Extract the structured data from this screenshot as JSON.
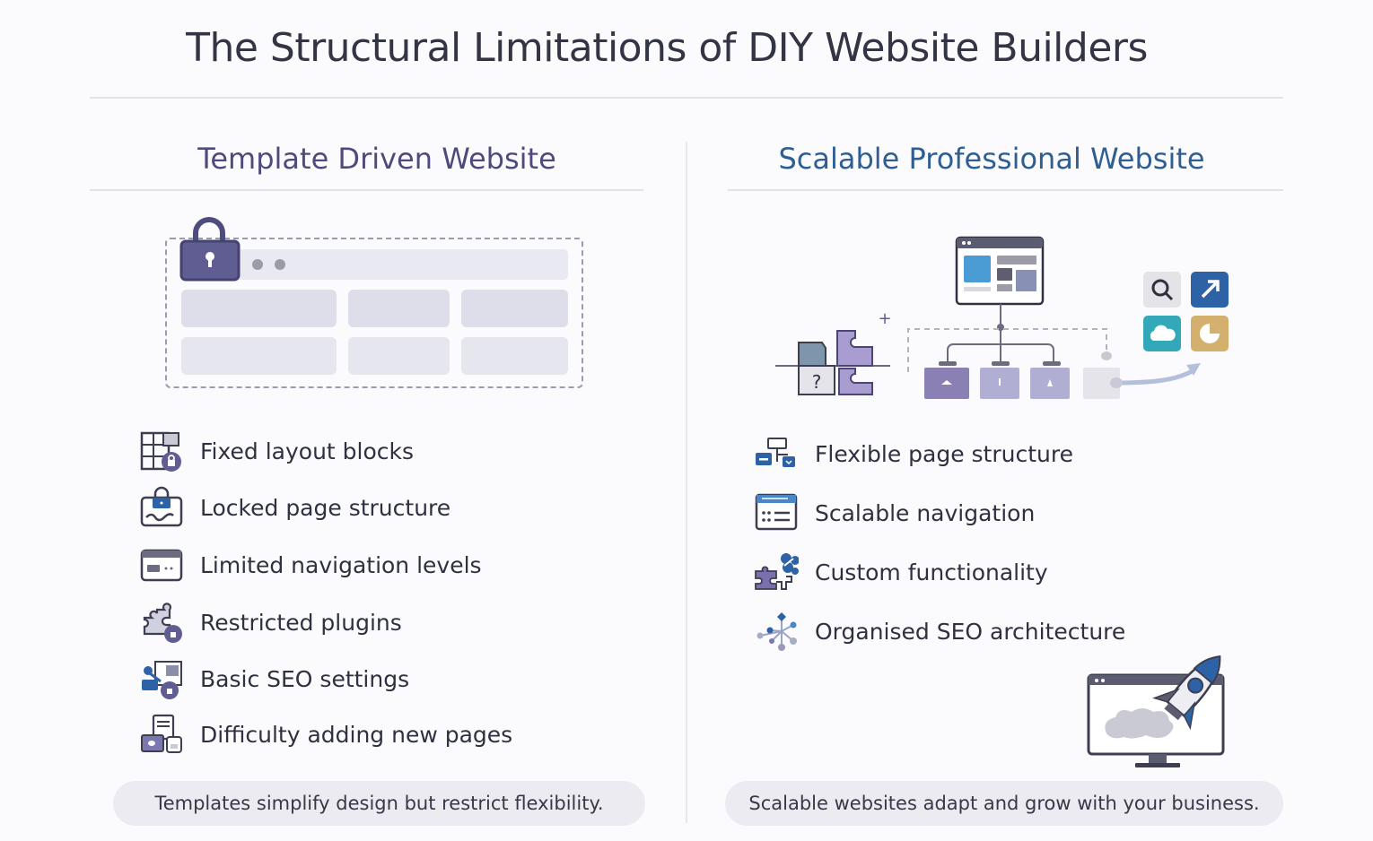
{
  "title": "The Structural Limitations of DIY Website Builders",
  "left_column": {
    "heading": "Template Driven Website",
    "heading_color": "#4e4a7c",
    "illustration": "locked-template-wireframe",
    "features": [
      {
        "label": "Fixed layout blocks",
        "icon": "grid-lock-icon"
      },
      {
        "label": "Locked page structure",
        "icon": "locked-structure-icon"
      },
      {
        "label": "Limited navigation levels",
        "icon": "browser-nav-icon"
      },
      {
        "label": "Restricted plugins",
        "icon": "puzzle-lock-icon"
      },
      {
        "label": "Basic SEO settings",
        "icon": "seo-lock-icon"
      },
      {
        "label": "Difficulty adding new pages",
        "icon": "pages-icon"
      }
    ],
    "summary": "Templates simplify design but restrict flexibility."
  },
  "right_column": {
    "heading": "Scalable Professional Website",
    "heading_color": "#2f5f92",
    "illustration": "sitemap-hierarchy-with-puzzle-and-tools",
    "diagram": {
      "puzzle_question_mark": "?",
      "plus_sign": "+",
      "tool_tiles": [
        {
          "name": "search",
          "color": "#e3e3e8"
        },
        {
          "name": "growth-arrow",
          "color": "#2e62a6"
        },
        {
          "name": "cloud",
          "color": "#33a8b8"
        },
        {
          "name": "pie-chart",
          "color": "#d4b06e"
        }
      ]
    },
    "features": [
      {
        "label": "Flexible page structure",
        "icon": "hierarchy-icon"
      },
      {
        "label": "Scalable navigation",
        "icon": "nav-list-icon"
      },
      {
        "label": "Custom functionality",
        "icon": "puzzle-icon"
      },
      {
        "label": "Organised SEO architecture",
        "icon": "network-icon"
      }
    ],
    "rocket_illustration": "rocket-launching-from-monitor",
    "summary": "Scalable websites adapt and grow with your business."
  }
}
